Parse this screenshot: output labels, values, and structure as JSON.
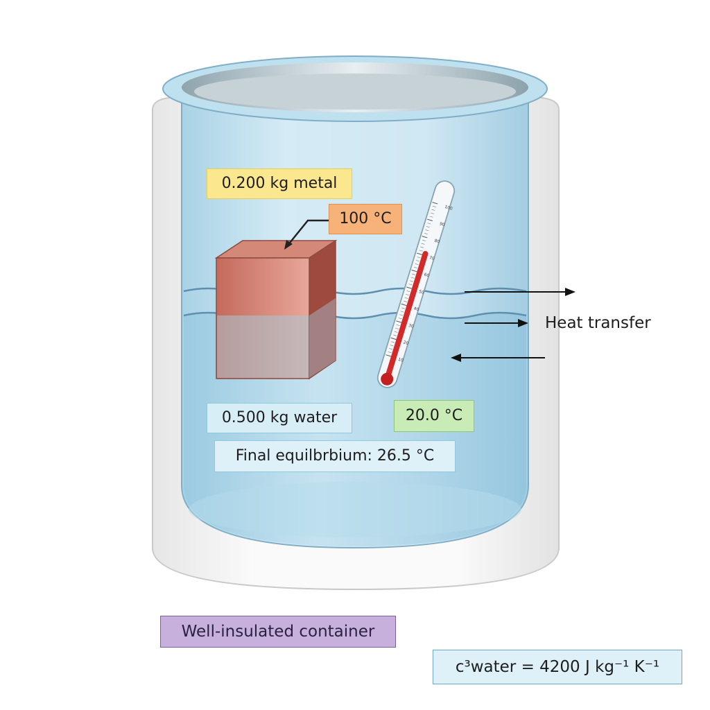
{
  "labels": {
    "metal_mass": "0.200 kg metal",
    "metal_temp": "100 °C",
    "water_mass": "0.500 kg water",
    "water_temp": "20.0 °C",
    "final_equilibrium": "Final equilbrbium: 26.5 °C",
    "heat_transfer": "Heat transfer",
    "container": "Well-insulated container",
    "c_water": "c³water = 4200 J kg⁻¹ K⁻¹"
  },
  "thermometer_scale": [
    "10",
    "20",
    "30",
    "40",
    "50",
    "60",
    "70",
    "80",
    "90",
    "100"
  ],
  "colors": {
    "outer_insulation": "#f4f4f4",
    "inner_vessel": "#bfe0ef",
    "water": "#a9d4e8",
    "metal_block": "#c76a5c",
    "thermometer_fluid": "#d12a2a",
    "metal_label": "#fbe78e",
    "temp_label": "#f6b278",
    "water_label": "#d8eef7",
    "water_temp_label": "#c9ecb6",
    "container_label": "#c8b0dc"
  }
}
